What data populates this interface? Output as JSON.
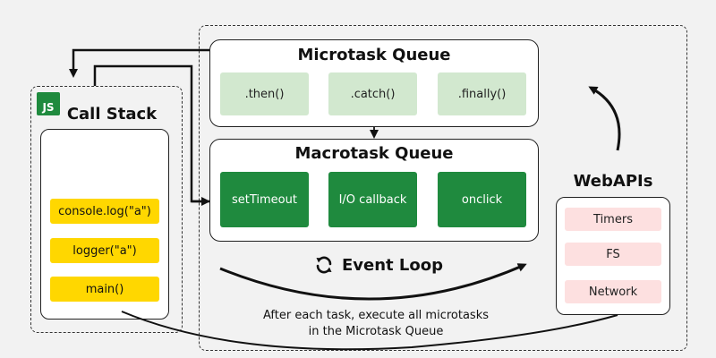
{
  "call_stack": {
    "badge": "JS",
    "title": "Call Stack",
    "frames": [
      "console.log(\"a\")",
      "logger(\"a\")",
      "main()"
    ]
  },
  "microtask_queue": {
    "title": "Microtask Queue",
    "items": [
      ".then()",
      ".catch()",
      ".finally()"
    ]
  },
  "macrotask_queue": {
    "title": "Macrotask Queue",
    "items": [
      "setTimeout",
      "I/O callback",
      "onclick"
    ]
  },
  "event_loop": {
    "icon": "refresh-icon",
    "label": "Event Loop",
    "note_line1": "After each task, execute all microtasks",
    "note_line2": "in the Microtask Queue"
  },
  "webapis": {
    "title": "WebAPIs",
    "items": [
      "Timers",
      "FS",
      "Network"
    ]
  },
  "colors": {
    "micro_chip": "#d2e8cf",
    "macro_chip": "#1f8a3e",
    "stack_frame": "#ffd700",
    "webapi_chip": "#fde0e0"
  }
}
